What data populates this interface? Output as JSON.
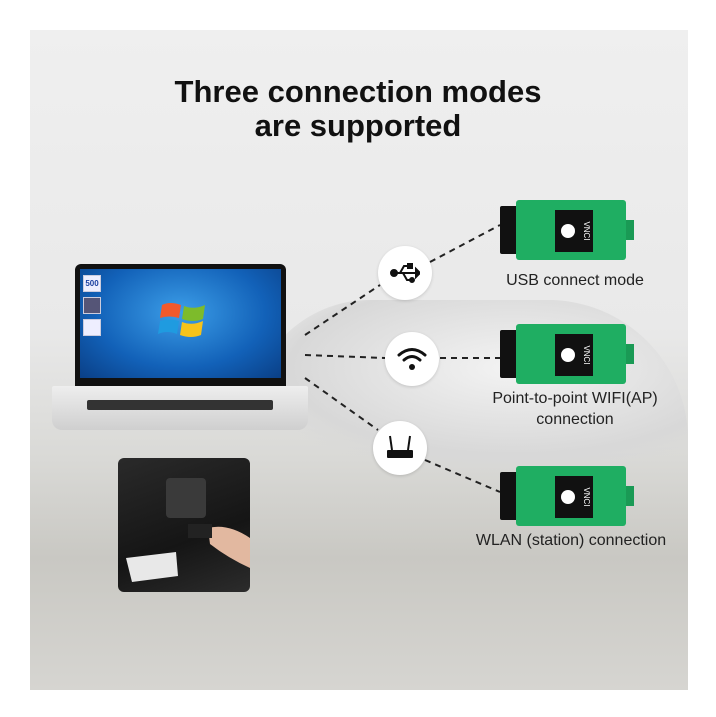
{
  "title": {
    "line1": "Three connection modes",
    "line2": "are supported"
  },
  "laptop": {
    "desktop_icon_text": "500"
  },
  "modes": [
    {
      "label": "USB connect mode",
      "icon": "usb-icon"
    },
    {
      "label_line1": "Point-to-point WIFI(AP)",
      "label_line2": "connection",
      "icon": "wifi-icon"
    },
    {
      "label": "WLAN (station) connection",
      "icon": "router-icon"
    }
  ],
  "device": {
    "brand_text": "VNCI",
    "color": "#1fae62"
  }
}
